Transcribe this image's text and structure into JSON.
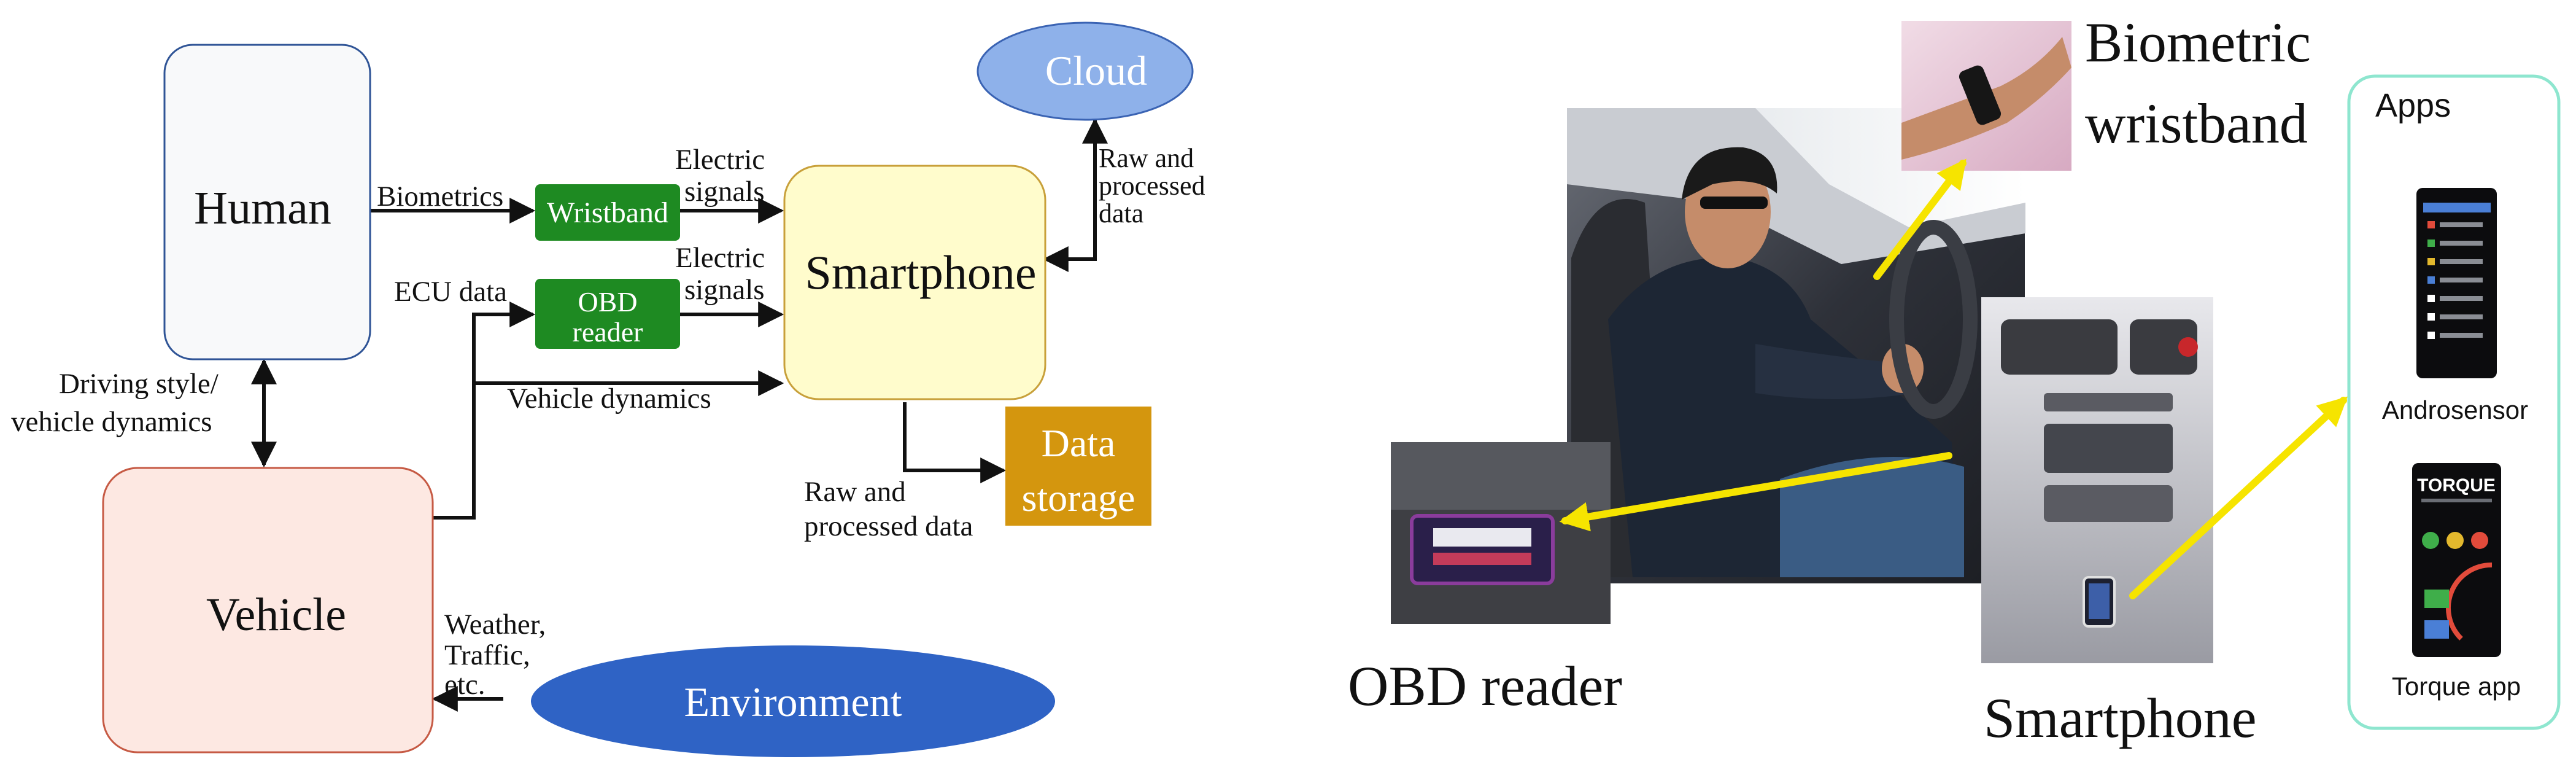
{
  "flow": {
    "nodes": {
      "human": "Human",
      "vehicle": "Vehicle",
      "wristband": "Wristband",
      "obd_line1": "OBD",
      "obd_line2": "reader",
      "smartphone": "Smartphone",
      "cloud": "Cloud",
      "data_storage_line1": "Data",
      "data_storage_line2": "storage",
      "environment": "Environment"
    },
    "labels": {
      "biometrics": "Biometrics",
      "electric_signals_1a": "Electric",
      "electric_signals_1b": "signals",
      "electric_signals_2a": "Electric",
      "electric_signals_2b": "signals",
      "ecu_data": "ECU data",
      "vehicle_dynamics": "Vehicle dynamics",
      "driving_style_1": "Driving style/",
      "driving_style_2": "vehicle dynamics",
      "cloud_link_1": "Raw and",
      "cloud_link_2": "processed",
      "cloud_link_3": "data",
      "storage_link_1": "Raw and",
      "storage_link_2": "processed data",
      "env_link_1": "Weather,",
      "env_link_2": "Traffic,",
      "env_link_3": "etc."
    },
    "colors": {
      "human_fill": "#f8f9fa",
      "human_stroke": "#2f5496",
      "vehicle_fill": "#fde8e2",
      "vehicle_stroke": "#c65a44",
      "wristband_fill": "#1e8a22",
      "smartphone_fill": "#fffccc",
      "smartphone_stroke": "#c8a03a",
      "cloud_fill": "#8eb1ea",
      "cloud_stroke": "#3a63b3",
      "storage_fill": "#d4960e",
      "environment_fill": "#2f63c5"
    }
  },
  "photo": {
    "callouts": {
      "biometric_1": "Biometric",
      "biometric_2": "wristband",
      "obd_reader": "OBD reader",
      "smartphone": "Smartphone"
    },
    "apps_panel": {
      "title": "Apps",
      "app1": "Androsensor",
      "app2": "Torque app",
      "torque_logo": "TORQUE"
    },
    "colors": {
      "arrow": "#f6e400",
      "panel_border": "#8ee6cf"
    }
  }
}
